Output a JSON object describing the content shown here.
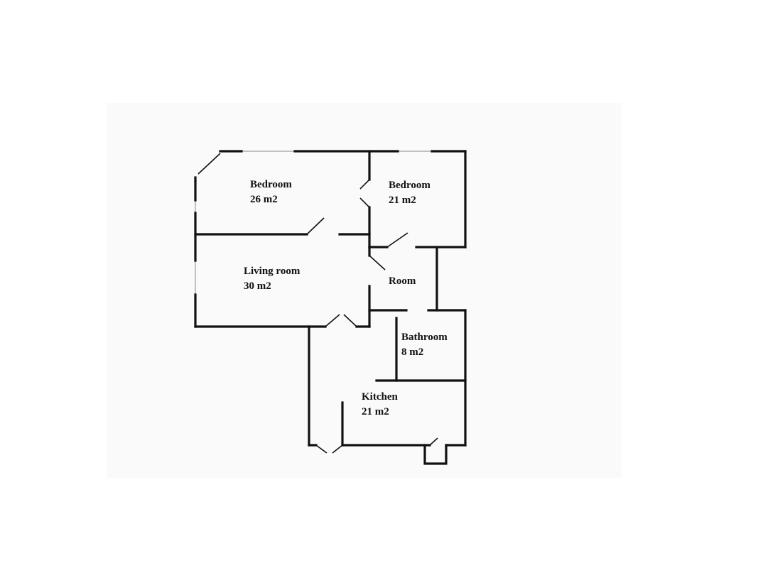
{
  "rooms": {
    "bedroom_1": {
      "name": "Bedroom",
      "area": "26 m2"
    },
    "bedroom_2": {
      "name": "Bedroom",
      "area": "21 m2"
    },
    "living_room": {
      "name": "Living room",
      "area": "30 m2"
    },
    "room": {
      "name": "Room"
    },
    "bathroom": {
      "name": "Bathroom",
      "area": "8 m2"
    },
    "kitchen": {
      "name": "Kitchen",
      "area": "21 m2"
    }
  },
  "colors": {
    "wall": "#111111",
    "background": "#ffffff",
    "panel": "#fafafa"
  }
}
